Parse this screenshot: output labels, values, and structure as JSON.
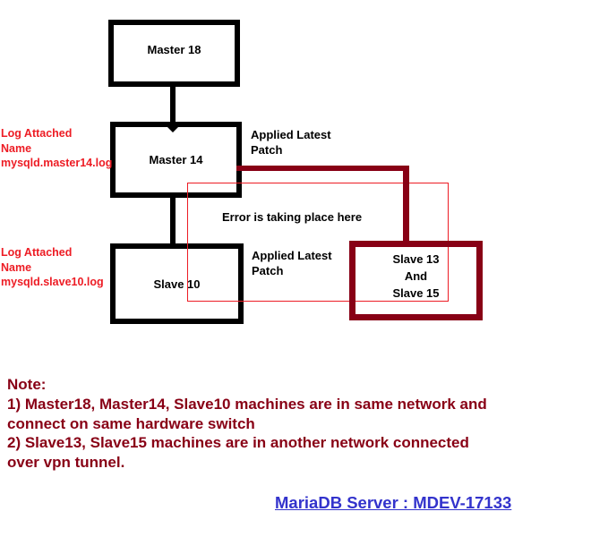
{
  "diagram": {
    "nodes": {
      "master18": {
        "label": "Master 18"
      },
      "master14": {
        "label": "Master 14"
      },
      "slave10": {
        "label": "Slave 10"
      },
      "slaves1315": {
        "label_lines": [
          "Slave 13",
          "And",
          "Slave 15"
        ]
      }
    },
    "annotations": {
      "applied_patch_top_lines": [
        "Applied Latest",
        "Patch"
      ],
      "applied_patch_bottom_lines": [
        "Applied Latest",
        "Patch"
      ],
      "error_text": "Error is taking place here",
      "log_master14_lines": [
        "Log Attached",
        "Name",
        "mysqld.master14.log"
      ],
      "log_slave10_lines": [
        "Log Attached",
        "Name",
        "mysqld.slave10.log"
      ]
    },
    "colors": {
      "node_border": "#000000",
      "maroon": "#880015",
      "bright_red": "#ED1C24",
      "link_blue": "#3333CC"
    }
  },
  "note": {
    "lines": [
      "Note:",
      "1) Master18, Master14, Slave10 machines are in same network and",
      "connect on same hardware switch",
      "2) Slave13, Slave15 machines are in another network connected",
      "over vpn tunnel."
    ]
  },
  "link": {
    "label": "MariaDB Server : MDEV-17133"
  }
}
